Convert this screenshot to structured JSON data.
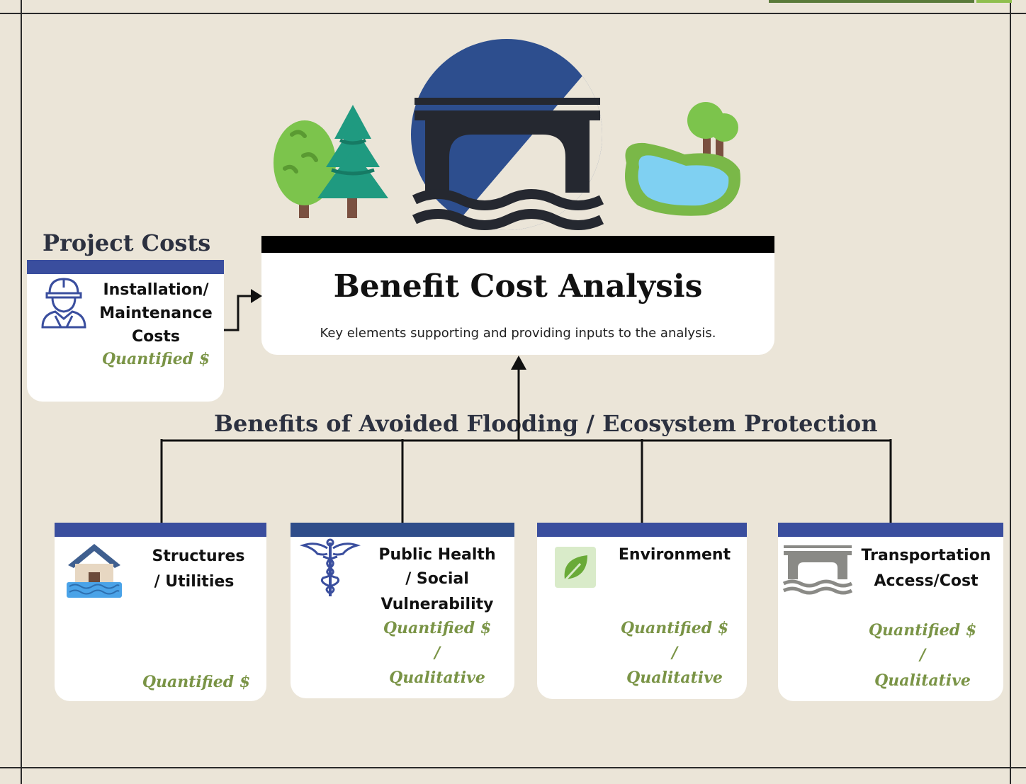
{
  "main": {
    "title": "Benefit Cost Analysis",
    "subtitle": "Key elements supporting and providing inputs to the analysis."
  },
  "project_costs": {
    "heading": "Project Costs",
    "card": {
      "line1": "Installation/",
      "line2": "Maintenance",
      "line3": "Costs",
      "value": "Quantified $",
      "icon": "construction-worker-icon"
    }
  },
  "benefits": {
    "heading": "Benefits of Avoided Flooding / Ecosystem Protection",
    "cards": [
      {
        "line1": "Structures",
        "line2": "/ Utilities",
        "value1": "Quantified $",
        "icon": "flooded-house-icon"
      },
      {
        "line1": "Public Health",
        "line2": "/ Social",
        "line3": "Vulnerability",
        "value1": "Quantified $",
        "value2": "/",
        "value3": "Qualitative",
        "icon": "caduceus-icon"
      },
      {
        "line1": "Environment",
        "value1": "Quantified $",
        "value2": "/",
        "value3": "Qualitative",
        "icon": "leaf-icon"
      },
      {
        "line1": "Transportation",
        "line2": "Access/Cost",
        "value1": "Quantified $",
        "value2": "/",
        "value3": "Qualitative",
        "icon": "bridge-icon"
      }
    ]
  },
  "colors": {
    "background": "#ebe5d8",
    "card_bar": "#3a4e9e",
    "accent_green": "#7a9446",
    "title_bar": "#000000"
  }
}
